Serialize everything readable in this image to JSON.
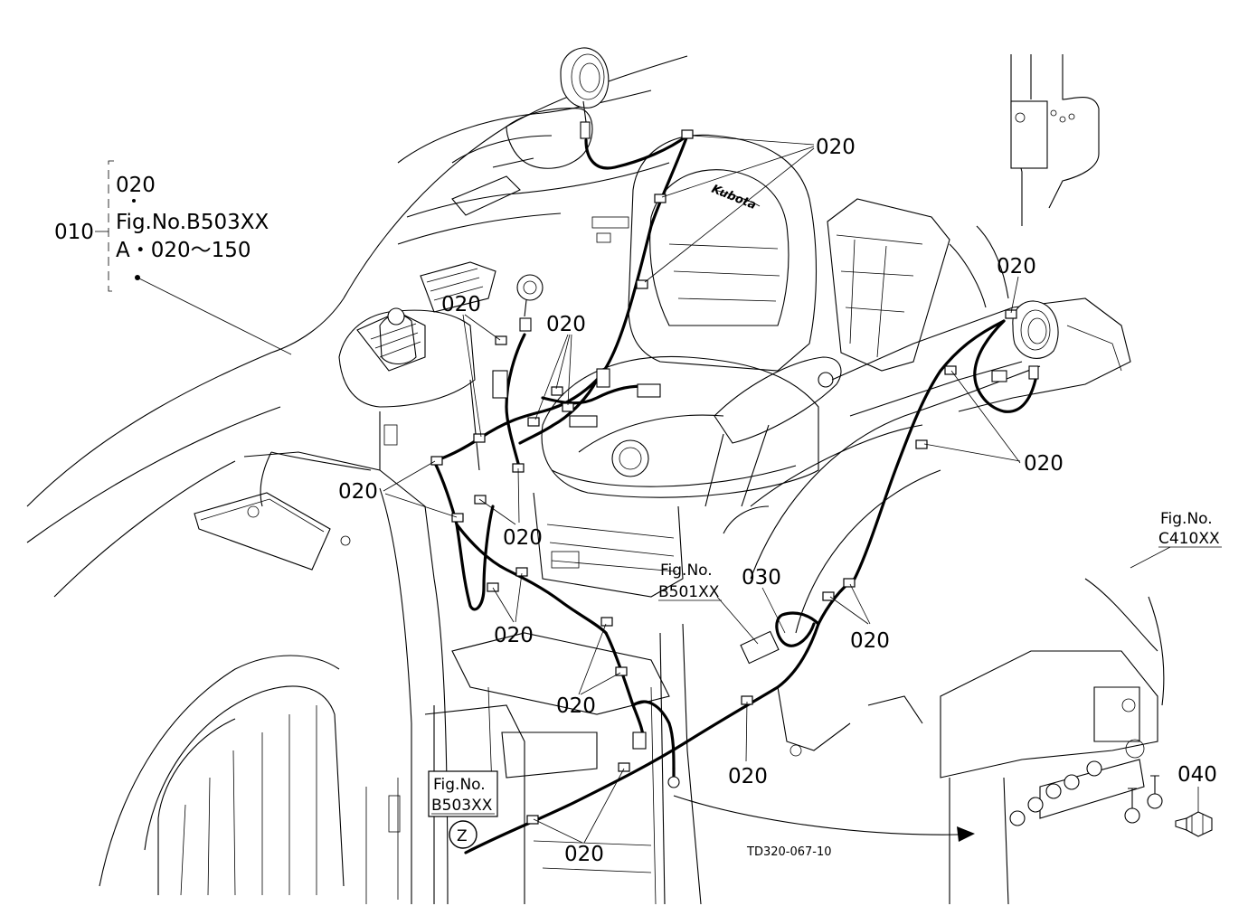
{
  "diagram": {
    "drawing_code": "TD320-067-10",
    "callouts": {
      "c010": "010",
      "c020_top_right": "020",
      "c020_right_lamp": "020",
      "c020_mid_left": "020",
      "c020_mid_center": "020",
      "c020_mid_right": "020",
      "c020_left": "020",
      "c020_under_seat": "020",
      "c020_lower_left": "020",
      "c020_lower_center": "020",
      "c020_lower_right_a": "020",
      "c020_lower_right_b": "020",
      "c020_bottom": "020",
      "c030": "030",
      "c040": "040"
    },
    "bracket_group": {
      "line1": "020",
      "line2": "Fig.No.B503XX",
      "line3": "A・020～150"
    },
    "fig_refs": {
      "b501_label": "Fig.No.",
      "b501_code": "B501XX",
      "c410_label": "Fig.No.",
      "c410_code": "C410XX",
      "b503_label": "Fig.No.",
      "b503_code": "B503XX",
      "view_marker": "Z"
    },
    "brand_mark": "Kubota"
  }
}
